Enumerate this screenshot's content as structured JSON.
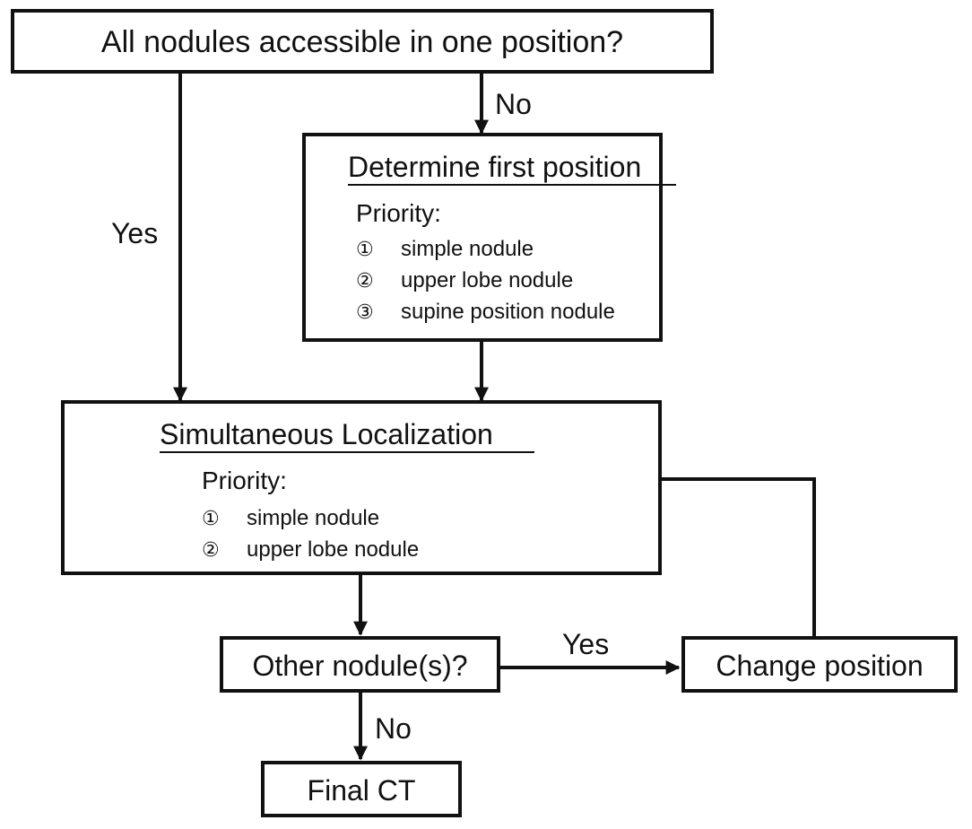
{
  "nodes": {
    "question_accessible": {
      "text": "All nodules accessible in one position?"
    },
    "determine_first": {
      "title": "Determine first position",
      "priority_label": "Priority:",
      "items": [
        {
          "num": "①",
          "text": "simple nodule"
        },
        {
          "num": "②",
          "text": "upper lobe nodule"
        },
        {
          "num": "③",
          "text": "supine position nodule"
        }
      ]
    },
    "simultaneous": {
      "title": "Simultaneous Localization",
      "priority_label": "Priority:",
      "items": [
        {
          "num": "①",
          "text": "simple nodule"
        },
        {
          "num": "②",
          "text": "upper lobe nodule"
        }
      ]
    },
    "other_nodules": {
      "text": "Other nodule(s)?"
    },
    "change_position": {
      "text": "Change position"
    },
    "final_ct": {
      "text": "Final CT"
    }
  },
  "edges": {
    "accessible_yes": "Yes",
    "accessible_no": "No",
    "other_yes": "Yes",
    "other_no": "No"
  },
  "colors": {
    "stroke": "#111111",
    "background": "#ffffff"
  }
}
